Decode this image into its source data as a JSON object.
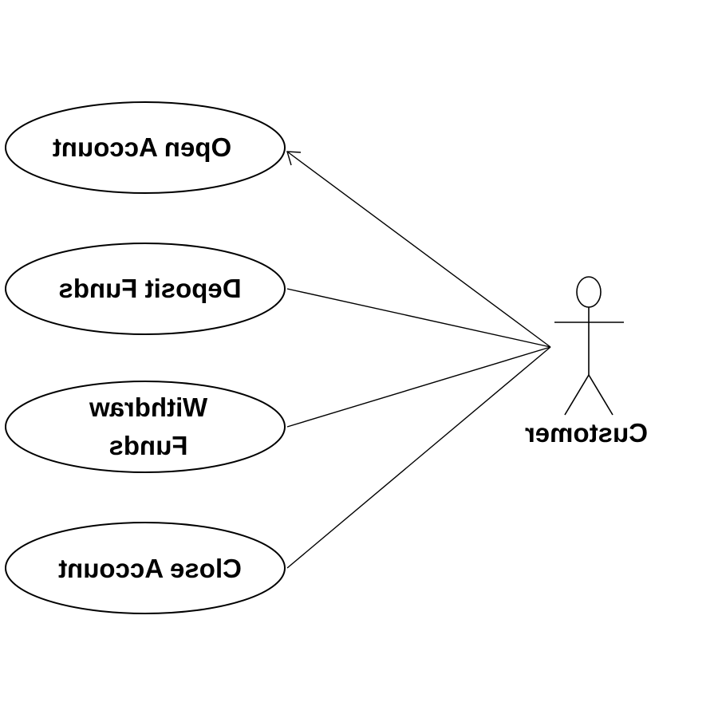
{
  "use_cases": [
    {
      "id": "open-account",
      "lines": [
        "Open Account"
      ],
      "navigable": true
    },
    {
      "id": "deposit-funds",
      "lines": [
        "Deposit Funds"
      ],
      "navigable": false
    },
    {
      "id": "withdraw-funds",
      "lines": [
        "Withdraw",
        "Funds"
      ],
      "navigable": false
    },
    {
      "id": "close-account",
      "lines": [
        "Close Account"
      ],
      "navigable": false
    }
  ],
  "actor": {
    "label": "Customer"
  },
  "mirrored": true,
  "colors": {
    "stroke": "#000000",
    "background": "#ffffff"
  }
}
